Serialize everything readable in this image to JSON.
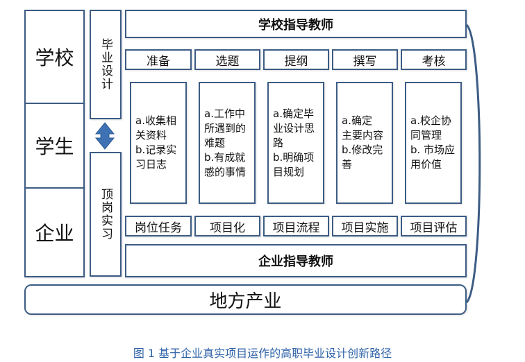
{
  "left_column": [
    "学校",
    "学生",
    "企业"
  ],
  "vertical_labels": {
    "top": "毕业设计",
    "bottom": "顶岗实习"
  },
  "headers": {
    "school_teacher": "学校指导教师",
    "company_teacher": "企业指导教师"
  },
  "phases": [
    "准备",
    "选题",
    "提纲",
    "撰写",
    "考核"
  ],
  "details": [
    [
      "a.收集相\n关资料",
      "b.记录实\n习日志"
    ],
    [
      "a.工作中\n所遇到的\n难题",
      "b.有成就\n感的事情"
    ],
    [
      "a.确定毕\n业设计思\n路",
      "b.明确项\n目规划"
    ],
    [
      "a.确定\n主要内容",
      "b.修改完\n善"
    ],
    [
      "a.校企协\n同管理",
      "b. 市场应\n用价值"
    ]
  ],
  "project_steps": [
    "岗位任务",
    "项目化",
    "项目流程",
    "项目实施",
    "项目评估"
  ],
  "bottom_bar": "地方产业",
  "caption": "图 1 基于企业真实项目运作的高职毕业设计创新路径",
  "colors": {
    "border": "#3c5c84",
    "arrow": "#3f72b5",
    "caption": "#2f63a8"
  }
}
